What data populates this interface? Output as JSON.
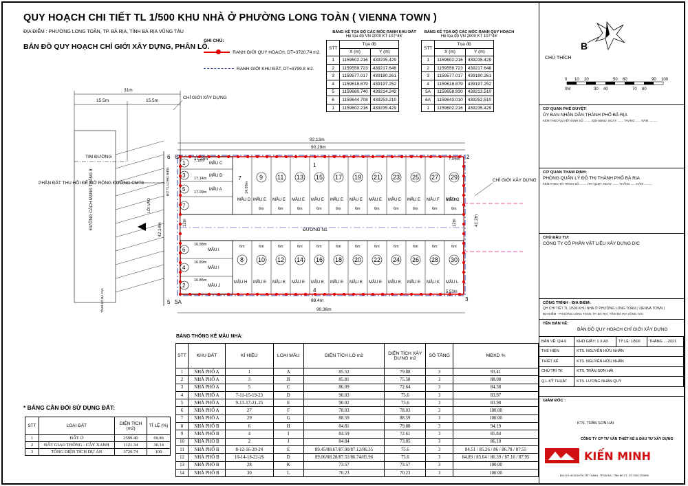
{
  "header": {
    "title": "QUY HOẠCH CHI TIẾT TL 1/500 KHU NHÀ Ở PHƯỜNG LONG TOÀN ( VIENNA TOWN )",
    "location": "ĐỊA ĐIỂM : PHƯỜNG LONG TOÀN, TP. BÀ RỊA, TỈNH BÀ RỊA VŨNG TÀU",
    "subtitle": "BẢN ĐỒ QUY HOẠCH CHỈ GIỚI XÂY DỰNG, PHÂN LÔ."
  },
  "legend": {
    "heading": "GHI CHÚ:",
    "planning_boundary": "RANH GIỚI QUY HOẠCH, DT=3720.74 m2.",
    "land_boundary": "RANH GIỚI KHU ĐẤT, DT=3799.8 m2."
  },
  "coord_table_land": {
    "title": "BẢNG KÊ TỌA ĐỘ CÁC MỐC RANH KHU ĐẤT",
    "system": "Hệ tọa độ VN 2000 KT 107°45'",
    "col_stt": "STT",
    "col_group": "Tọa độ",
    "col_x": "X (m)",
    "col_y": "Y (m)",
    "rows": [
      [
        "1",
        "1159602.216",
        "439235.429"
      ],
      [
        "2",
        "1159559.723",
        "439217.648"
      ],
      [
        "3",
        "1159577.017",
        "439180.261"
      ],
      [
        "4",
        "1159618.879",
        "439197.252"
      ],
      [
        "5",
        "1159660.740",
        "439214.242"
      ],
      [
        "6",
        "1159644.708",
        "439253.210"
      ],
      [
        "1",
        "1159602.216",
        "439235.429"
      ]
    ]
  },
  "coord_table_plan": {
    "title": "BẢNG KÊ TỌA ĐỘ CÁC MỐC RANH QUY HOẠCH",
    "system": "Hệ tọa độ VN 2000 KT 107°45'",
    "col_stt": "STT",
    "col_group": "Tọa độ",
    "col_x": "X (m)",
    "col_y": "Y (m)",
    "rows": [
      [
        "1",
        "1159602.216",
        "439235.429"
      ],
      [
        "2",
        "1159559.723",
        "439217.648"
      ],
      [
        "3",
        "1159577.017",
        "439180.261"
      ],
      [
        "4",
        "1159618.879",
        "439197.252"
      ],
      [
        "5A",
        "1159658.930",
        "439213.510"
      ],
      [
        "6A",
        "1159643.010",
        "439252.510"
      ],
      [
        "1",
        "1159602.216",
        "439235.429"
      ]
    ]
  },
  "map": {
    "dim_31m": "31m",
    "dim_15_5_a": "15.5m",
    "dim_15_5_b": "15.5m",
    "label_chi_gioi": "CHỈ GIỚI XÂY DỰNG",
    "label_chi_gioi_right": "CHỈ GIỚI XÂY DỰNG",
    "label_tim_duong": "TIM ĐƯỜNG",
    "label_phan_dat": "PHẦN ĐẤT THU HỒI ĐỂ MỞ RỘNG ĐƯỜNG CMT8",
    "label_cmt8": "ĐƯỜNG CÁCH MẠNG THÁNG 8",
    "label_loi_vao": "LỐI VÀO",
    "label_ranh_left": "BỜ TL LONG BIÊN",
    "label_ba_ria": "TỈNH LỘ BÀ RỊA",
    "road_n1": "ĐƯỜNG N1",
    "dim_92_13": "92.13m",
    "dim_90_29": "90.29m",
    "dim_88_4": "88.4m",
    "dim_90_36": "90.36m",
    "dim_41_2": "41.2m",
    "dim_42_14": "42.14m",
    "dim_12m_a": "12m",
    "dim_12m_b": "12m",
    "corner_1": "1",
    "corner_2": "2",
    "corner_3": "3",
    "corner_4": "4",
    "corner_5": "5",
    "corner_5a": "5A",
    "corner_6": "6",
    "corner_6a": "6A",
    "top_lots": [
      "9",
      "11",
      "13",
      "15",
      "17",
      "19",
      "21",
      "23",
      "25",
      "27",
      "29"
    ],
    "top_types": [
      "MẪU E",
      "MẪU E",
      "MẪU E",
      "MẪU E",
      "MẪU E",
      "MẪU E",
      "MẪU E",
      "MẪU E",
      "MẪU E",
      "MẪU F",
      "MẪU G"
    ],
    "bottom_lots": [
      "8",
      "10",
      "12",
      "14",
      "16",
      "18",
      "20",
      "22",
      "24",
      "26",
      "28",
      "30"
    ],
    "bottom_types": [
      "MẪU H",
      "MẪU E",
      "MẪU E",
      "MẪU E",
      "MẪU E",
      "MẪU E",
      "MẪU E",
      "MẪU E",
      "MẪU E",
      "MẪU E",
      "MẪU K",
      "MẪU L"
    ],
    "left_top_lots": [
      "1",
      "3",
      "5",
      "7"
    ],
    "left_top_types": [
      "MẪU C",
      "MẪU B",
      "MẪU A"
    ],
    "left_top_widths": [
      "7.18m",
      "17.14m",
      "17.09m"
    ],
    "left_bottom_lots": [
      "6",
      "4",
      "2"
    ],
    "left_bottom_types": [
      "MẪU I",
      "MẪU I",
      "MẪU J"
    ],
    "left_bottom_widths": [
      "16.98m",
      "16.89m",
      "16.85m"
    ],
    "lot_depth": "14.99m",
    "lot_width": "6m",
    "dim_17_23": "17.23m",
    "dim_7_05": "7.05m",
    "dim_6_57": "6.57m",
    "dim_5_53": "5.53m"
  },
  "stats": {
    "title": "BẢNG THỐNG KÊ MẪU NHÀ:",
    "headers": [
      "STT",
      "KHU ĐẤT",
      "KÍ HIỆU",
      "LOẠI MẪU",
      "DIỆN TÍCH LÔ m2",
      "DIỆN TÍCH XÂY DỰNG m2",
      "SỐ TẦNG",
      "MĐXD %"
    ],
    "rows": [
      [
        "1",
        "NHÀ PHỐ A",
        "1",
        "A",
        "85.52",
        "79.88",
        "3",
        "93.41"
      ],
      [
        "2",
        "NHÀ PHỐ A",
        "3",
        "B",
        "85.81",
        "75.58",
        "3",
        "88.08"
      ],
      [
        "3",
        "NHÀ PHỐ A",
        "5",
        "C",
        "86.09",
        "72.64",
        "3",
        "84.38"
      ],
      [
        "4",
        "NHÀ PHỐ A",
        "7-11-15-19-23",
        "D",
        "90.03",
        "75.6",
        "3",
        "83.97"
      ],
      [
        "5",
        "NHÀ PHỐ A",
        "9-13-17-21-25",
        "E",
        "90.02",
        "75.6",
        "3",
        "83.98"
      ],
      [
        "6",
        "NHÀ PHỐ A",
        "27",
        "F",
        "78.03",
        "78.03",
        "3",
        "100.00"
      ],
      [
        "7",
        "NHÀ PHỐ A",
        "29",
        "G",
        "88.59",
        "88.59",
        "3",
        "100.00"
      ],
      [
        "8",
        "NHÀ PHỐ B",
        "6",
        "H",
        "84.81",
        "79.88",
        "3",
        "94.19"
      ],
      [
        "9",
        "NHÀ PHỐ B",
        "4",
        "I",
        "84.59",
        "72.61",
        "3",
        "85.84"
      ],
      [
        "10",
        "NHÀ PHỐ B",
        "2",
        "J",
        "84.84",
        "73.05",
        "3",
        "86.10"
      ],
      [
        "11",
        "NHÀ PHỐ B",
        "8-12-16-20-24",
        "E",
        "89.45/88.67/87.90/87.12/86.35",
        "75.6",
        "3",
        "84.51 / 85.26 / 86 / 86.78 / 87.55"
      ],
      [
        "12",
        "NHÀ PHỐ B",
        "10-14-18-22-26",
        "D",
        "89.06/88.28/87.51/86.74/85.96",
        "75.6",
        "3",
        "84.89 / 85.64 / 86.39 / 87.16 / 87.95"
      ],
      [
        "13",
        "NHÀ PHỐ B",
        "28",
        "K",
        "73.57",
        "73.57",
        "3",
        "100.00"
      ],
      [
        "14",
        "NHÀ PHỐ B",
        "30",
        "L",
        "70.23",
        "70.23",
        "3",
        "100.00"
      ]
    ]
  },
  "balance": {
    "title": "* BẢNG CÂN ĐỐI SỬ DỤNG ĐẤT:",
    "headers": [
      "STT",
      "LOẠI ĐẤT",
      "DIỆN TÍCH (m2)",
      "TỈ LỆ (%)"
    ],
    "rows": [
      [
        "1",
        "ĐẤT Ở",
        "2599.40",
        "69.86"
      ],
      [
        "2",
        "ĐẤT GIAO THÔNG - CÂY XANH",
        "1121.34",
        "30.14"
      ],
      [
        "3",
        "TỔNG DIỆN TÍCH DỰ ÁN",
        "3720.74",
        "100"
      ]
    ]
  },
  "panel": {
    "chu_thich": "CHÚ THÍCH",
    "scale_ticks_top": [
      "0",
      "10",
      "20",
      "50",
      "60",
      "90",
      "100"
    ],
    "scale_ticks_bottom": [
      "0M",
      "30",
      "40",
      "70",
      "80"
    ],
    "approve_label": "CƠ QUAN PHÊ DUYỆT:",
    "approve_value": "ỦY BAN NHÂN DÂN THÀNH PHỐ BÀ RỊA",
    "approve_note": "KÈM THEO QUYẾT ĐỊNH SỐ ........./QĐ-UBND, NGÀY ....... THÁNG ...... NĂM ..........",
    "appraise_label": "CƠ QUAN THẨM ĐỊNH:",
    "appraise_value": "PHÒNG QUẢN LÝ ĐÔ THỊ THÀNH PHỐ BÀ RỊA",
    "appraise_note": "KÈM THEO TỜ TRÌNH SỐ ........./TTr-QLĐT, NGÀY ....... THÁNG ...... NĂM ..........",
    "investor_label": "CHỦ ĐẦU TƯ:",
    "investor_value": "CÔNG TY CỔ PHẦN VẬT LIỆU XÂY DỰNG DIC",
    "project_label": "CÔNG TRÌNH - ĐỊA ĐIỂM:",
    "project_value": "QH CHI TIẾT TL 1/500 KHU NHÀ Ở PHƯỜNG LONG TOÀN ( VIENNA TOWN )",
    "project_place": "ĐỊA ĐIỂM : PHƯỜNG LONG TOÀN, TP. BÀ RỊA, TỈNH BÀ RỊA VŨNG TÀU",
    "drawing_label": "TÊN BẢN VẼ:",
    "drawing_value": "BẢN ĐỒ QUY HOẠCH CHỈ GIỚI XÂY DỰNG",
    "sign_rows": [
      [
        "BẢN VẼ: QH-6",
        "KHỔ GIẤY: 1 X A3",
        "TỶ LỆ: 1/500",
        "THÁNG ...-2021"
      ],
      [
        "THỂ HIỆN",
        "KTS. NGUYỄN HỮU NHÂN",
        "",
        ""
      ],
      [
        "THIẾT KẾ",
        "KTS. NGUYỄN HỮU NHÂN",
        "",
        ""
      ],
      [
        "CHỦ TRÌ TK",
        "KTS. TRẦN SƠN HẢI",
        "",
        ""
      ],
      [
        "Q.L.KỸ THUẬT",
        "KTS. LƯƠNG NHÂN QUÝ",
        "",
        ""
      ]
    ],
    "director_label": "GIÁM ĐỐC :",
    "director_name": "KTS. TRẦN SƠN HẢI",
    "company": "CÔNG TY CP TƯ VẤN THIẾT KẾ & ĐẦU TƯ XÂY DỰNG",
    "company_name": "KIẾN MINH",
    "company_address": "ĐỊA CHỈ: 46 NGUYỄN TẤT THÀNH - TP BÀ RỊA - TỈNH BR-VT - ĐT: 0254.3735599"
  }
}
